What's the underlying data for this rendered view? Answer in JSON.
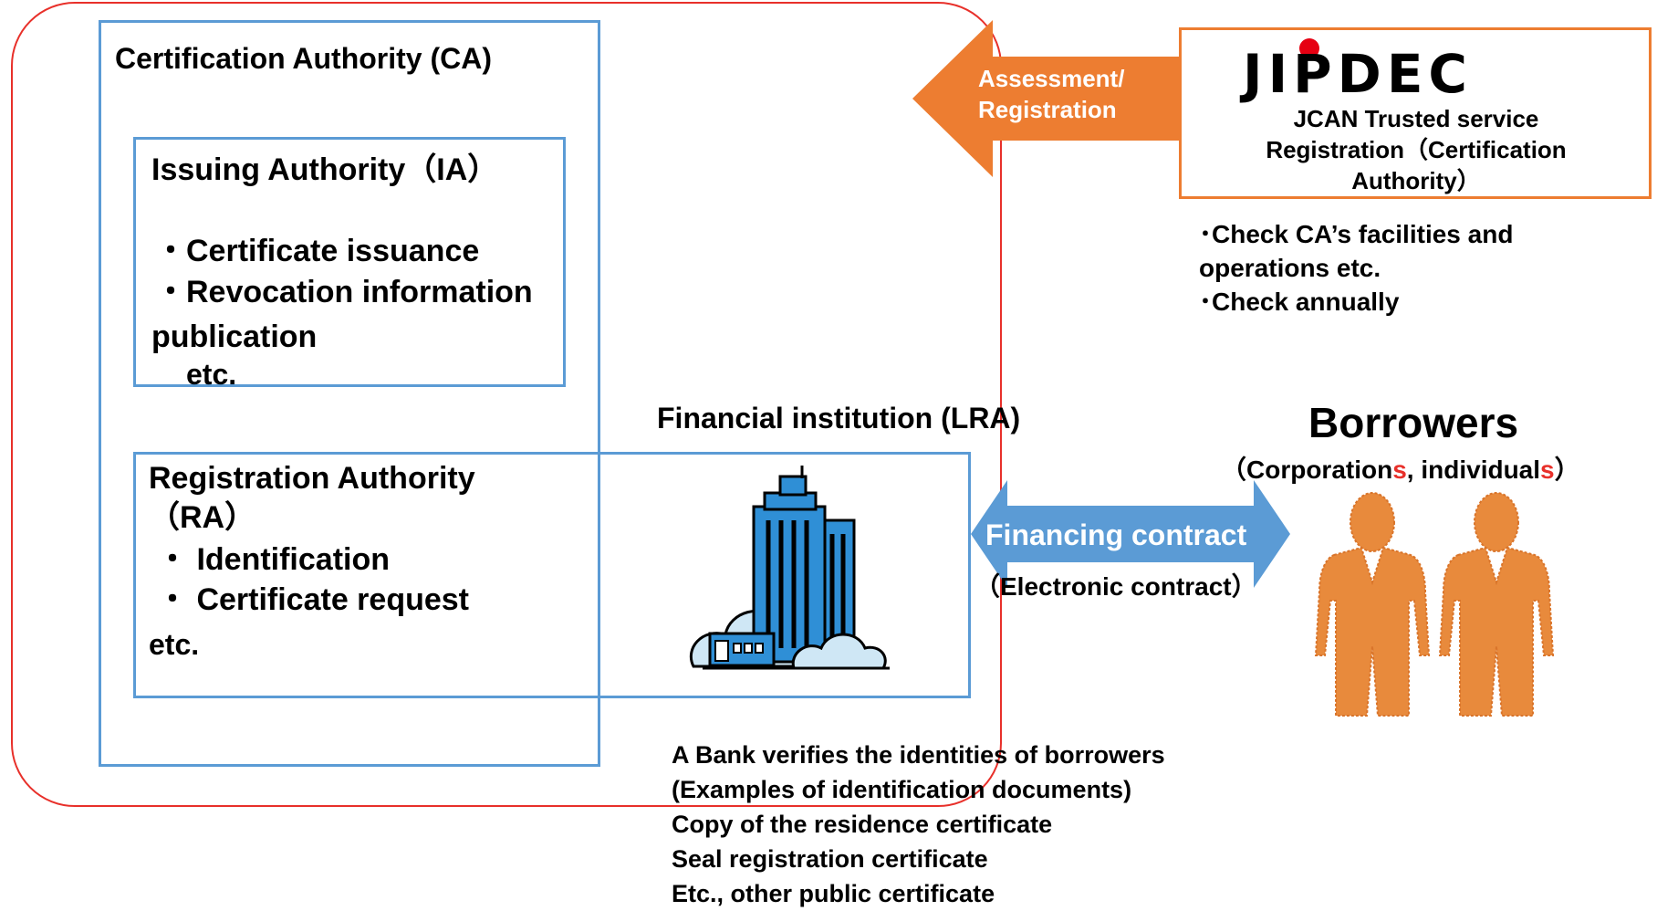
{
  "ca": {
    "title": "Certification Authority (CA)",
    "ia": {
      "title": "Issuing Authority（IA）",
      "lines": [
        "・Certificate issuance",
        "・Revocation information",
        "publication",
        "etc."
      ]
    },
    "ra": {
      "title_line1": "Registration Authority",
      "title_line2": "（RA）",
      "lines": [
        "・ Identification",
        "・ Certificate request",
        "etc."
      ]
    }
  },
  "lra": {
    "title": "Financial institution (LRA)",
    "building_icon": "office-building-icon"
  },
  "jipdec": {
    "logo_text": "JIPDEC",
    "logo_dot_color": "#e60012",
    "caption_lines": [
      "JCAN Trusted service",
      "Registration（Certification",
      "Authority）"
    ],
    "arrow_label_line1": "Assessment/",
    "arrow_label_line2": "Registration",
    "arrow_color": "#ed7d31",
    "checks": [
      "･Check CA’s facilities and",
      "operations etc.",
      "･Check annually"
    ]
  },
  "contract": {
    "label": "Financing contract",
    "sub": "（Electronic contract）",
    "arrow_color": "#5b9bd5"
  },
  "borrowers": {
    "title": "Borrowers",
    "sub_open": "（Corporation",
    "sub_s1": "s",
    "sub_mid": ", individual",
    "sub_s2": "s",
    "sub_close": "）",
    "accent_color": "#e8302a",
    "person_icon": "person-silhouette-icon",
    "person_color": "#e88a3c"
  },
  "bank_note": {
    "lines": [
      "A Bank verifies the identities of borrowers",
      "(Examples of identification documents)",
      "Copy of the residence certificate",
      "Seal registration certificate",
      "Etc., other public certificate"
    ]
  },
  "colors": {
    "frame_red": "#e8302a",
    "box_blue": "#5b9bd5",
    "orange": "#ed7d31"
  }
}
